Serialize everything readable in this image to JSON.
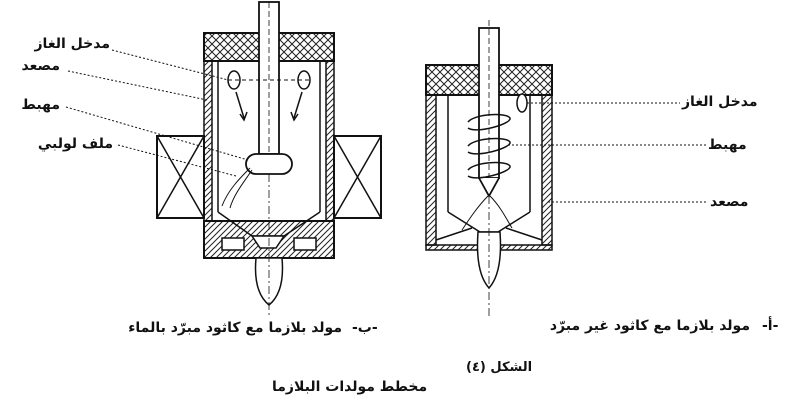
{
  "left_generator": {
    "labels": {
      "gas_inlet": "مدخل الغاز",
      "anode": "مصعد",
      "cathode": "مهبط",
      "coil": "ملف لولبي"
    },
    "caption_letter": "-ب-",
    "caption_text": "مولد بلازما مع كاثود مبرّد بالماء"
  },
  "right_generator": {
    "labels": {
      "gas_inlet": "مدخل الغاز",
      "cathode": "مهبط",
      "anode": "مصعد"
    },
    "caption_letter": "-أ-",
    "caption_text": "مولد بلازما مع كاثود غير مبرّد"
  },
  "figure_number": "الشكل (٤)",
  "figure_title": "مخطط مولدات البلازما"
}
